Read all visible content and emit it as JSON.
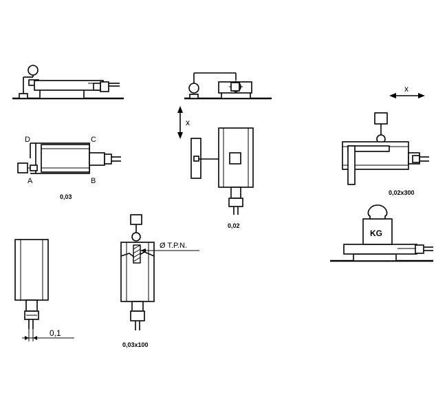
{
  "labels": {
    "corner_d": "D",
    "corner_c": "C",
    "corner_a": "A",
    "corner_b": "B",
    "axis_x_vertical": "x",
    "axis_x_horizontal": "x",
    "weight_label": "KG",
    "diameter_label": "Ø T.P.N."
  },
  "tolerances": {
    "straightness": "0,03",
    "center_check": "0,02",
    "guide_square": "0,02x300",
    "runout": "0,1",
    "taper_check": "0,03x100"
  }
}
